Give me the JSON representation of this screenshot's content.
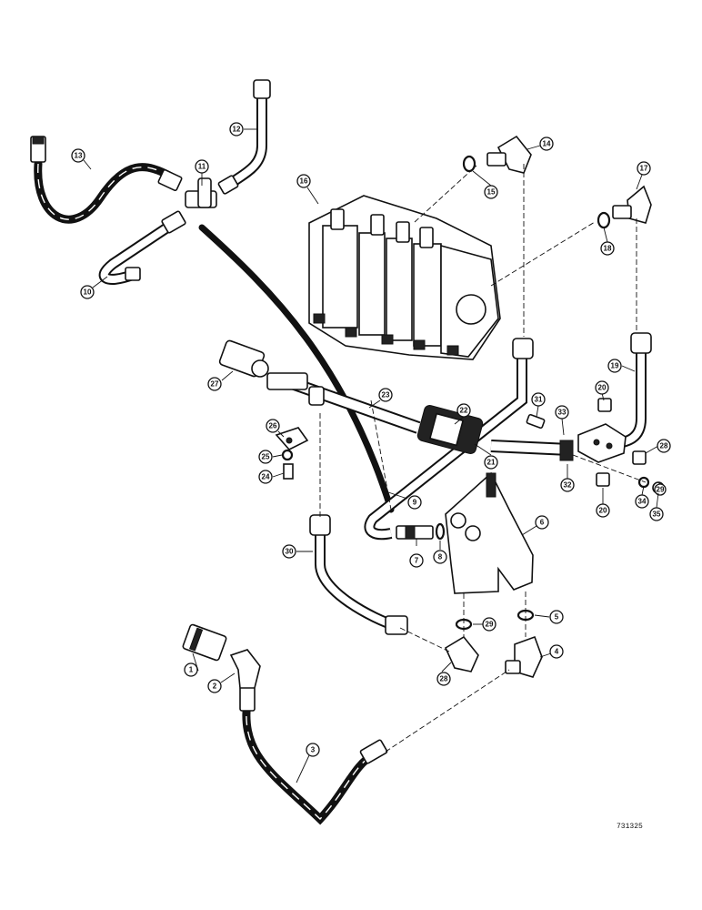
{
  "drawing_number": "731325",
  "callouts": [
    "1",
    "2",
    "3",
    "4",
    "5",
    "6",
    "7",
    "8",
    "9",
    "10",
    "11",
    "12",
    "13",
    "14",
    "15",
    "16",
    "17",
    "18",
    "19",
    "20",
    "20",
    "21",
    "22",
    "23",
    "24",
    "25",
    "26",
    "27",
    "28",
    "28",
    "29",
    "29",
    "30",
    "31",
    "32",
    "33",
    "34",
    "35"
  ]
}
